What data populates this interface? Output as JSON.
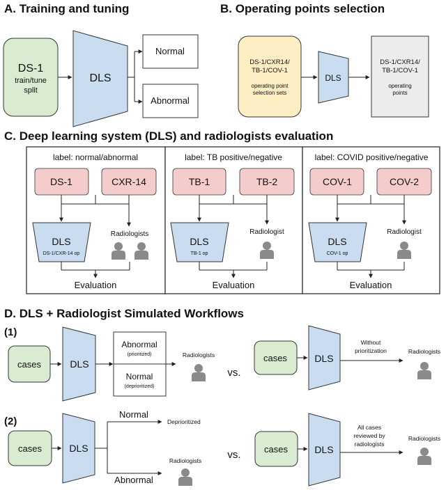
{
  "sectionA": {
    "title": "A. Training and tuning",
    "input_line1": "DS-1",
    "input_line2": "train/tune",
    "input_line3": "split",
    "model": "DLS",
    "out_normal": "Normal",
    "out_abnormal": "Abnormal",
    "colors": {
      "input_fill": "#d9ecd1",
      "model_fill": "#c9dcf0",
      "out_fill": "#ffffff"
    }
  },
  "sectionB": {
    "title": "B. Operating points selection",
    "input_line1": "DS-1/CXR14/",
    "input_line2": "TB-1/COV-1",
    "input_caption1": "operating point",
    "input_caption2": "selection sets",
    "model": "DLS",
    "out_line1": "DS-1/CXR14/",
    "out_line2": "TB-1/COV-1",
    "out_caption1": "operating",
    "out_caption2": "points",
    "colors": {
      "input_fill": "#fdeec4",
      "out_fill": "#ececec"
    }
  },
  "sectionC": {
    "title": "C. Deep learning system (DLS) and radiologists evaluation",
    "panels": [
      {
        "label": "label: normal/abnormal",
        "ds_a": "DS-1",
        "ds_b": "CXR-14",
        "model": "DLS",
        "op": "DS-1/CXR-14 op",
        "reader": "Radiologists",
        "eval": "Evaluation"
      },
      {
        "label": "label: TB positive/negative",
        "ds_a": "TB-1",
        "ds_b": "TB-2",
        "model": "DLS",
        "op": "TB-1 op",
        "reader": "Radiologist",
        "eval": "Evaluation"
      },
      {
        "label": "label: COVID positive/negative",
        "ds_a": "COV-1",
        "ds_b": "COV-2",
        "model": "DLS",
        "op": "COV-1 op",
        "reader": "Radiologist",
        "eval": "Evaluation"
      }
    ],
    "colors": {
      "dataset_fill": "#f4cccc"
    }
  },
  "sectionD": {
    "title": "D. DLS + Radiologist Simulated Workflows",
    "w1": {
      "num": "(1)",
      "cases": "cases",
      "model": "DLS",
      "abnormal": "Abnormal",
      "prioritized": "(prioritized)",
      "normal": "Normal",
      "deprioritized": "(deprioritized)",
      "reader": "Radiologists",
      "vs": "vs.",
      "alt_cases": "cases",
      "alt_model": "DLS",
      "alt_line1": "Without",
      "alt_line2": "prioritization",
      "alt_reader": "Radiologists"
    },
    "w2": {
      "num": "(2)",
      "cases": "cases",
      "model": "DLS",
      "normal": "Normal",
      "deprioritized": "Deprioritized",
      "abnormal": "Abnormal",
      "reader": "Radiologists",
      "vs": "vs.",
      "alt_cases": "cases",
      "alt_model": "DLS",
      "alt_line1": "All cases",
      "alt_line2": "reviewed by",
      "alt_line3": "radiologists",
      "alt_reader": "Radiologists"
    }
  }
}
